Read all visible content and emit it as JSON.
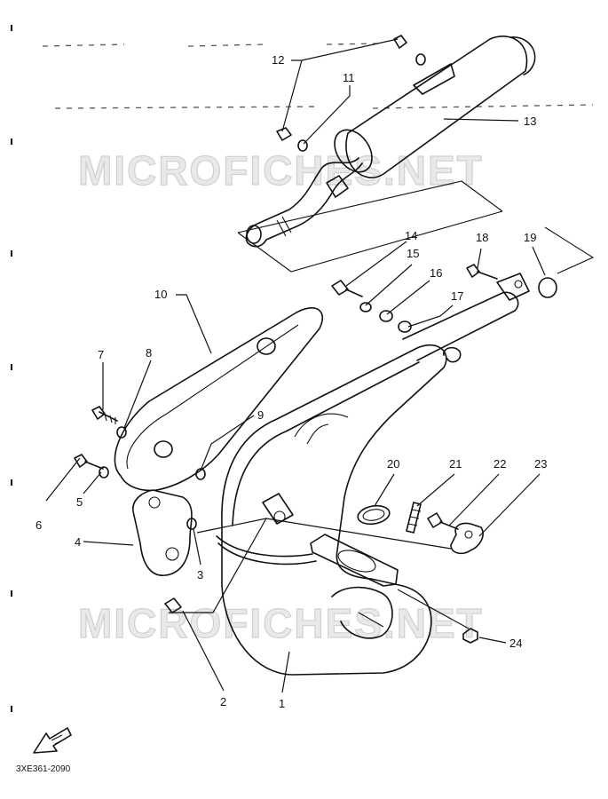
{
  "watermarks": [
    "MICROFICHES.NET",
    "MICROFICHES.NET"
  ],
  "drawing_code": "3XE361-2090",
  "callouts": [
    "1",
    "2",
    "3",
    "4",
    "5",
    "6",
    "7",
    "8",
    "9",
    "10",
    "11",
    "12",
    "13",
    "14",
    "15",
    "16",
    "17",
    "18",
    "19",
    "20",
    "21",
    "22",
    "23",
    "24"
  ],
  "icons": [
    "front-arrow-icon"
  ],
  "colors": {
    "line": "#111111",
    "watermark": "#d0d0d0"
  }
}
